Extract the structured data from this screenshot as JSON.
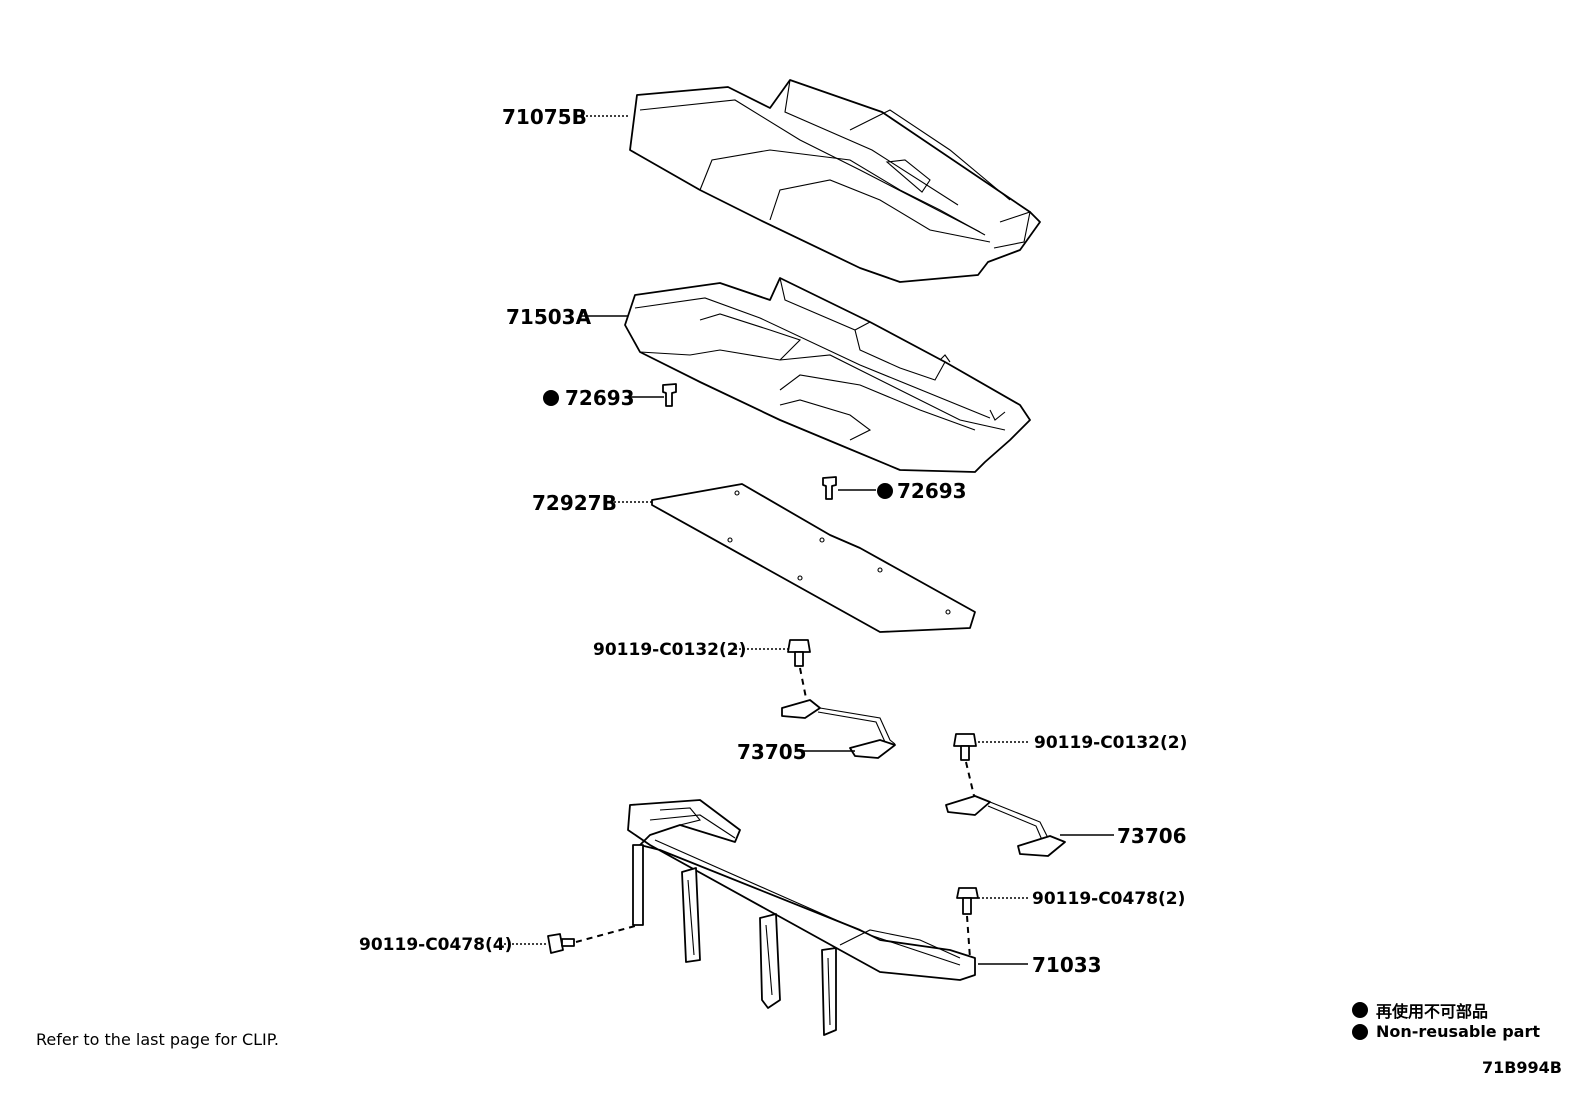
{
  "labels": {
    "p71075B": "71075B",
    "p71503A": "71503A",
    "p72693_a": "72693",
    "p72693_b": "72693",
    "p72927B": "72927B",
    "p90119_c0132_a": "90119-C0132(2)",
    "p73705": "73705",
    "p90119_c0132_b": "90119-C0132(2)",
    "p73706": "73706",
    "p90119_c0478_a": "90119-C0478(2)",
    "p90119_c0478_b": "90119-C0478(4)",
    "p71033": "71033"
  },
  "note": "Refer to the last page for CLIP.",
  "legend": {
    "jp": "再使用不可部品",
    "en": "Non-reusable part"
  },
  "diagram_code": "71B994B"
}
